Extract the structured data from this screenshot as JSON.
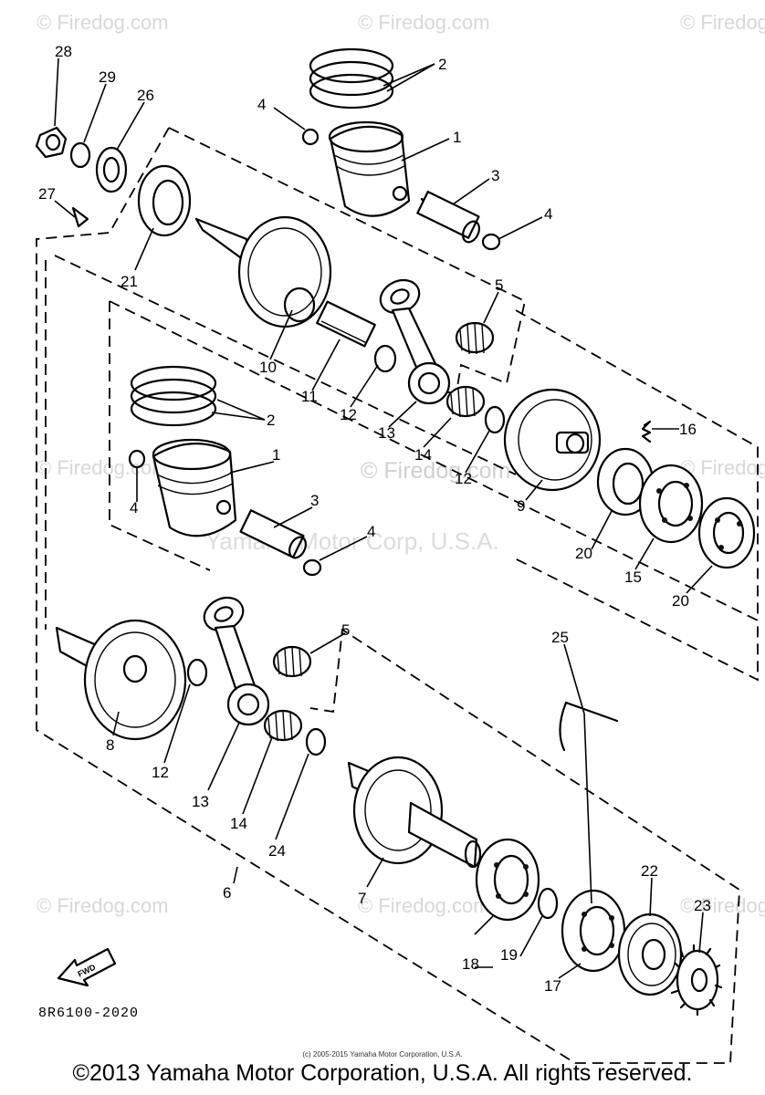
{
  "watermarks": {
    "site": "© Firedog.com",
    "center": "© Firedog.com",
    "corp": "Yamaha Motor Corp, U.S.A."
  },
  "callouts": [
    "28",
    "29",
    "26",
    "27",
    "21",
    "2",
    "4",
    "1",
    "3",
    "4",
    "5",
    "10",
    "11",
    "12",
    "13",
    "14",
    "12",
    "9",
    "16",
    "2",
    "1",
    "3",
    "4",
    "4",
    "20",
    "15",
    "20",
    "5",
    "25",
    "8",
    "12",
    "13",
    "14",
    "24",
    "6",
    "7",
    "18",
    "19",
    "17",
    "22",
    "23"
  ],
  "fwd_label": "FWD",
  "part_code": "8R6100-2020",
  "small_copyright": "(c) 2005-2015 Yamaha Motor Corporation, U.S.A.",
  "copyright": "©2013 Yamaha Motor Corporation, U.S.A. All rights reserved."
}
